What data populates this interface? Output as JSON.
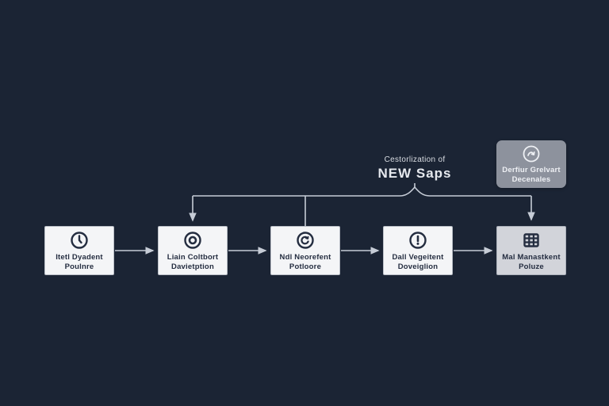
{
  "colors": {
    "bg": "#1b2434",
    "line": "#c6ccd6",
    "node-bg": "#f4f5f7",
    "node-alt-bg": "#d2d4da",
    "node-border": "#8b92a0",
    "node-text": "#242d40",
    "side-bg": "#8d929d",
    "light-text": "#eef0f4"
  },
  "annotation": {
    "small": "Cestorlization of",
    "big": "NEW Saps"
  },
  "side_box": {
    "icon": "curved-arrow-icon",
    "line1": "Derfiur Grelvart",
    "line2": "Decenales"
  },
  "nodes": [
    {
      "icon": "clock-icon",
      "line1": "Itetl Dyadent",
      "line2": "Poulnre"
    },
    {
      "icon": "target-icon",
      "line1": "Liain Coltbort",
      "line2": "Davietption"
    },
    {
      "icon": "refresh-icon",
      "line1": "Ndl Neorefent",
      "line2": "Potloore"
    },
    {
      "icon": "alert-icon",
      "line1": "Dall Vegeitent",
      "line2": "Doveiglion"
    },
    {
      "icon": "grid-icon",
      "line1": "Mal Manastkent",
      "line2": "Poluze"
    }
  ]
}
